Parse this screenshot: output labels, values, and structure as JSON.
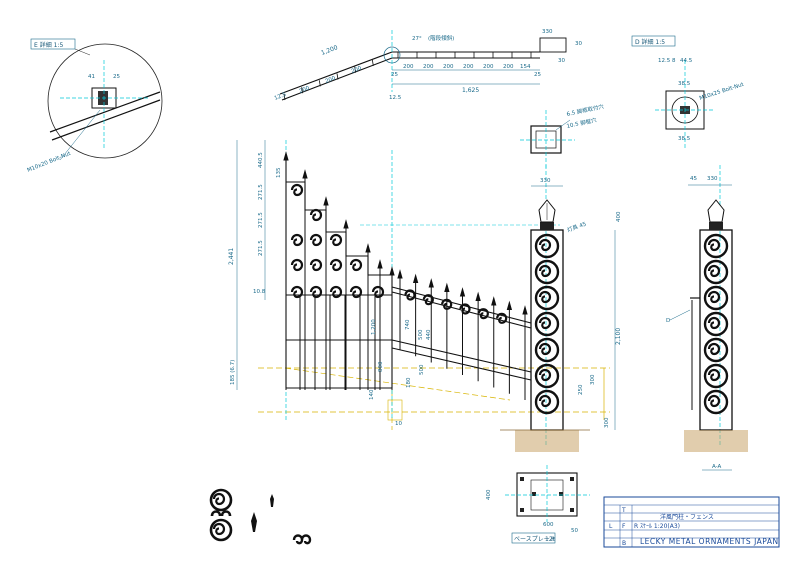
{
  "drawing": {
    "title": "LECKY METAL ORNAMENTS JAPAN",
    "project": "洋風門柱・フェンス",
    "scale_line": "ｽｹｰﾙ 1:20(A3)",
    "title_letters": [
      "T",
      "L",
      "F",
      "R",
      "B"
    ]
  },
  "details": {
    "e_detail_label": "E 詳細 1:5",
    "d_detail_label": "D 詳細 1:5",
    "m_bolt_e": "M10x20 Bolt-Nut",
    "m_bolt_d": "M10x25 Bolt-Nut",
    "e_dims": [
      "41",
      "25"
    ]
  },
  "top_view": {
    "dims_top": [
      "1,200",
      "25",
      "200",
      "200",
      "200",
      "200",
      "200",
      "200",
      "154",
      "25"
    ],
    "dims_bottom": [
      "12.5",
      "1,625"
    ],
    "angle": "27°",
    "angle_note": "(階段傾斜)",
    "right_dims": [
      "330",
      "30",
      "30"
    ],
    "slant_dims": [
      "12.5",
      "200",
      "200",
      "200"
    ]
  },
  "post_detail": {
    "note_a": "6.5 脚框取付穴",
    "note_b": "10.5 脚框穴",
    "dims": [
      "330",
      "330",
      "330"
    ],
    "d_dims": [
      "12.5",
      "8",
      "44.5",
      "38.5",
      "38.5"
    ]
  },
  "elevation": {
    "height_labels": [
      "2,441",
      "440.5",
      "271.5",
      "271.5",
      "271.5",
      "135",
      "10.8",
      "1,200",
      "740",
      "500",
      "440",
      "800",
      "180",
      "500",
      "140",
      "10"
    ],
    "ground_label": "185 (6.7)",
    "base_label": "10.8",
    "post_height": "2,100",
    "lantern_dim": "400",
    "post_label": "D",
    "top_note": "灯具 45",
    "side_dims": [
      "45",
      "330",
      "300",
      "300",
      "250",
      "A-A"
    ]
  },
  "base_plate": {
    "label": "ベースプレート",
    "thickness": "12t",
    "width": "600",
    "height": "400",
    "corner": "50"
  },
  "colors": {
    "line": "#111111",
    "cyan": "#00c8d8",
    "yellow": "#d8b400",
    "dim": "#1a6a8a",
    "title_blue": "#1a4a9a",
    "ground": "#c9a46a"
  }
}
